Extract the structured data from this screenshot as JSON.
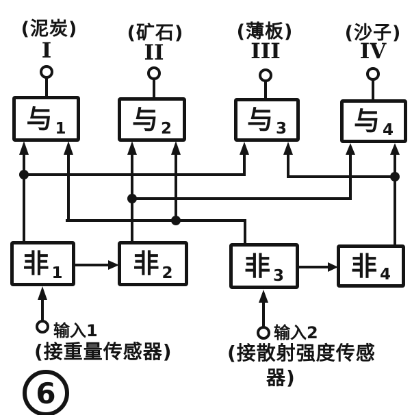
{
  "palette": {
    "ink": "#141414",
    "paper": "#ffffff"
  },
  "outputs": [
    {
      "material": "(泥炭)",
      "numeral": "I"
    },
    {
      "material": "(矿石)",
      "numeral": "II"
    },
    {
      "material": "(薄板)",
      "numeral": "III"
    },
    {
      "material": "(沙子)",
      "numeral": "IV"
    }
  ],
  "and_gates": [
    {
      "label": "与",
      "sub": "1"
    },
    {
      "label": "与",
      "sub": "2"
    },
    {
      "label": "与",
      "sub": "3"
    },
    {
      "label": "与",
      "sub": "4"
    }
  ],
  "not_gates": [
    {
      "label": "非",
      "sub": "1"
    },
    {
      "label": "非",
      "sub": "2"
    },
    {
      "label": "非",
      "sub": "3"
    },
    {
      "label": "非",
      "sub": "4"
    }
  ],
  "inputs": [
    {
      "label": "输入1",
      "note": "(接重量传感器)"
    },
    {
      "label": "输入2",
      "note_line1": "(接散射强度传感",
      "note_line2": "器)"
    }
  ],
  "caption": {
    "number": "6"
  }
}
